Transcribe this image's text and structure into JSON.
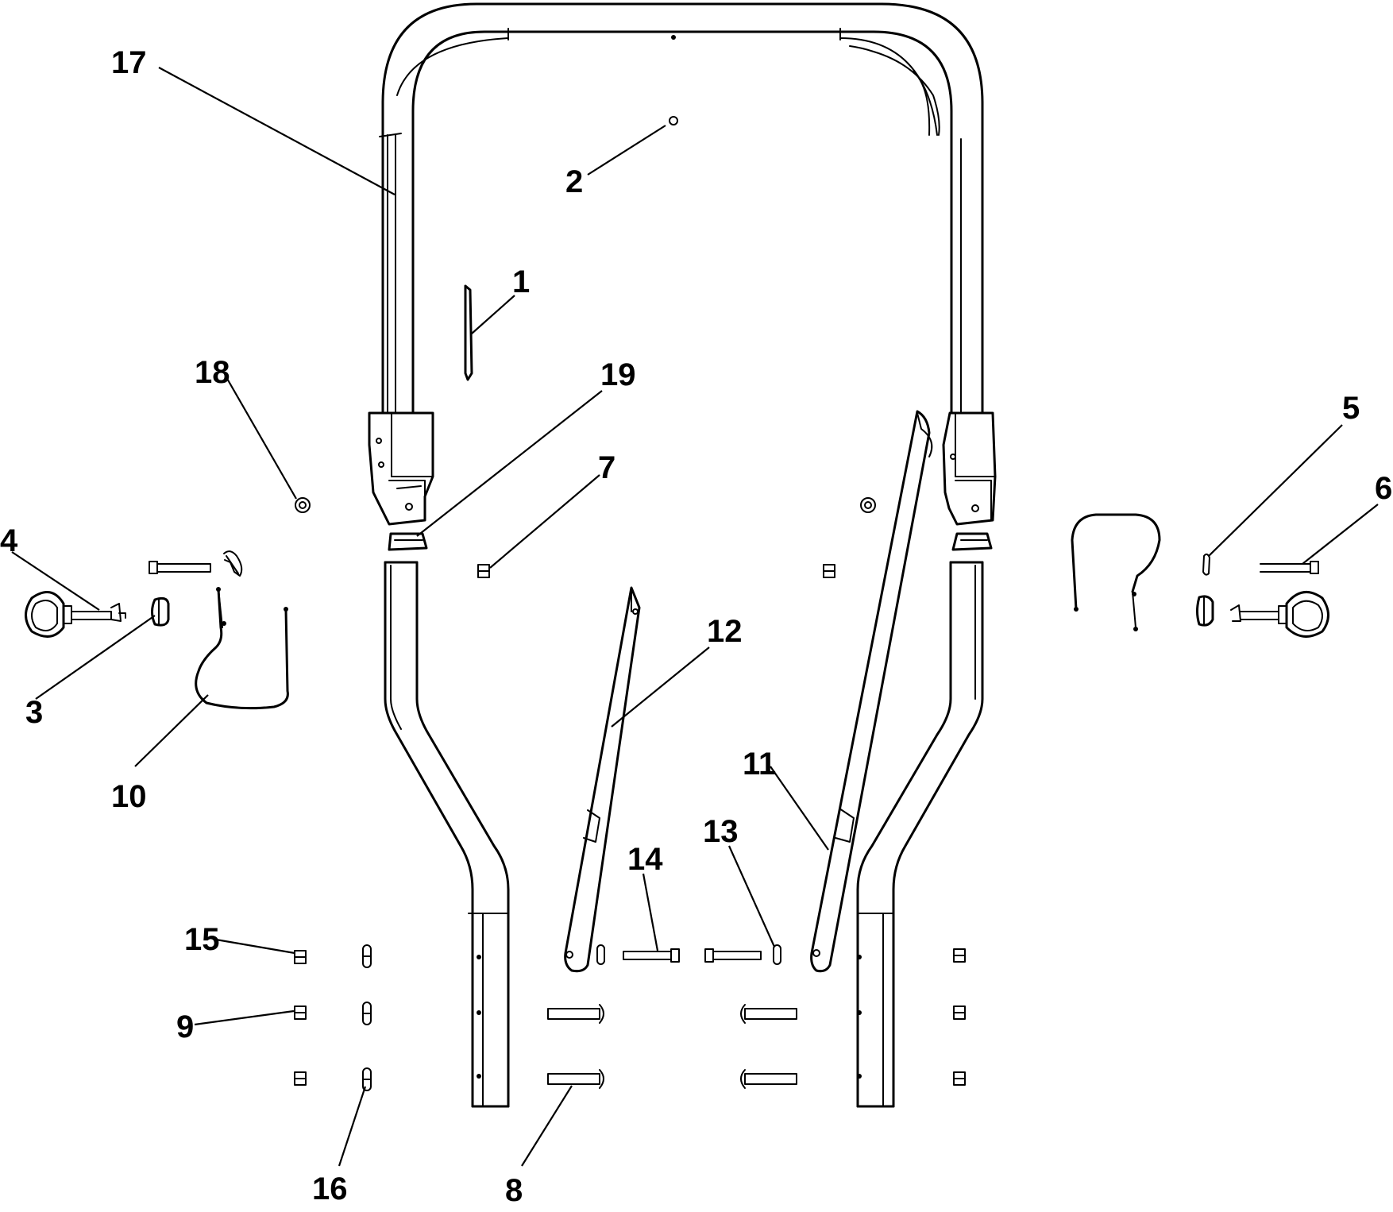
{
  "callouts": [
    {
      "id": "17",
      "label": "17"
    },
    {
      "id": "2",
      "label": "2"
    },
    {
      "id": "1",
      "label": "1"
    },
    {
      "id": "18",
      "label": "18"
    },
    {
      "id": "19",
      "label": "19"
    },
    {
      "id": "7",
      "label": "7"
    },
    {
      "id": "5",
      "label": "5"
    },
    {
      "id": "6",
      "label": "6"
    },
    {
      "id": "4",
      "label": "4"
    },
    {
      "id": "3",
      "label": "3"
    },
    {
      "id": "10",
      "label": "10"
    },
    {
      "id": "12",
      "label": "12"
    },
    {
      "id": "11",
      "label": "11"
    },
    {
      "id": "13",
      "label": "13"
    },
    {
      "id": "14",
      "label": "14"
    },
    {
      "id": "15",
      "label": "15"
    },
    {
      "id": "9",
      "label": "9"
    },
    {
      "id": "16",
      "label": "16"
    },
    {
      "id": "8",
      "label": "8"
    }
  ]
}
